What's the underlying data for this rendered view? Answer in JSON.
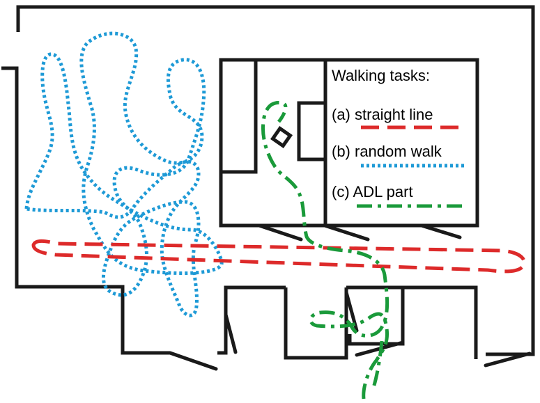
{
  "legend": {
    "title": "Walking tasks:",
    "items": [
      {
        "label": "(a) straight line",
        "style": "dashed",
        "color": "#dd2a2a"
      },
      {
        "label": "(b) random walk",
        "style": "dotted",
        "color": "#1e9ad6"
      },
      {
        "label": "(c) ADL part",
        "style": "dash-dot",
        "color": "#1a9a3a"
      }
    ]
  },
  "colors": {
    "walls": "#1a1a1a",
    "straight_line": "#dd2a2a",
    "random_walk": "#1e9ad6",
    "adl_part": "#1a9a3a"
  }
}
